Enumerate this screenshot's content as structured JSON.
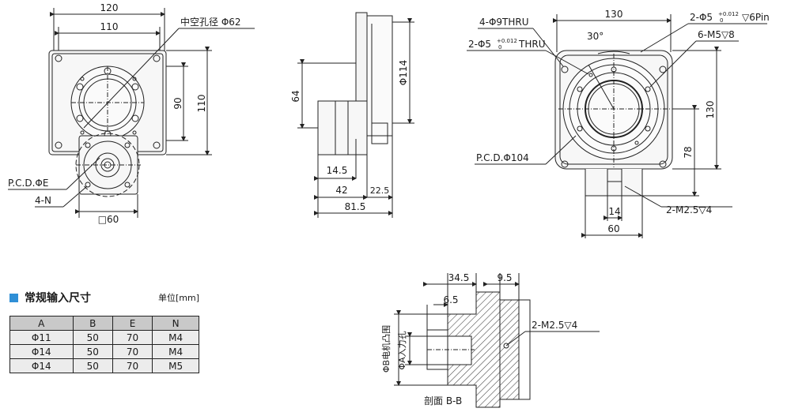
{
  "colors": {
    "accent": "#2f8fd6",
    "line": "#222222",
    "hatch": "#444444",
    "header_bg": "#c9c9c9"
  },
  "front": {
    "dim_120": "120",
    "dim_110_top": "110",
    "hollow_label": "中空孔径 Φ62",
    "dim_90": "90",
    "dim_110_right": "110",
    "pcd_label": "P.C.D.ΦE",
    "n_label": "4-N",
    "square_label": "□60"
  },
  "side": {
    "dim_114": "Φ114",
    "dim_64": "64",
    "dim_14_5": "14.5",
    "dim_42": "42",
    "dim_22_5": "22.5",
    "dim_81_5": "81.5"
  },
  "top": {
    "dim_130_top": "130",
    "thru9": "4-Φ9THRU",
    "pin_a": "2-Φ5",
    "pin_tol_up": "+0.012",
    "pin_tol_dn": "0",
    "pin_b": "▽6Pin",
    "thru5_a": "2-Φ5",
    "thru5_tol_up": "+0.012",
    "thru5_tol_dn": "0",
    "thru5_b": "THRU",
    "angle": "30°",
    "m5": "6-M5▽8",
    "dim_130_right": "130",
    "dim_78": "78",
    "pcd104": "P.C.D.Φ104",
    "m25": "2-M2.5▽4",
    "dim_14": "14",
    "dim_60": "60"
  },
  "section": {
    "dim_34_5": "34.5",
    "dim_9_5": "9.5",
    "dim_6_5": "6.5",
    "m25": "2-M2.5▽4",
    "phi_b": "ΦB电机凸围",
    "phi_a": "ΦA入力孔",
    "caption": "剖面 B-B"
  },
  "table": {
    "title": "常规输入尺寸",
    "unit": "单位[mm]",
    "headers": [
      "A",
      "B",
      "E",
      "N"
    ],
    "rows": [
      [
        "Φ11",
        "50",
        "70",
        "M4"
      ],
      [
        "Φ14",
        "50",
        "70",
        "M4"
      ],
      [
        "Φ14",
        "50",
        "70",
        "M5"
      ]
    ]
  }
}
